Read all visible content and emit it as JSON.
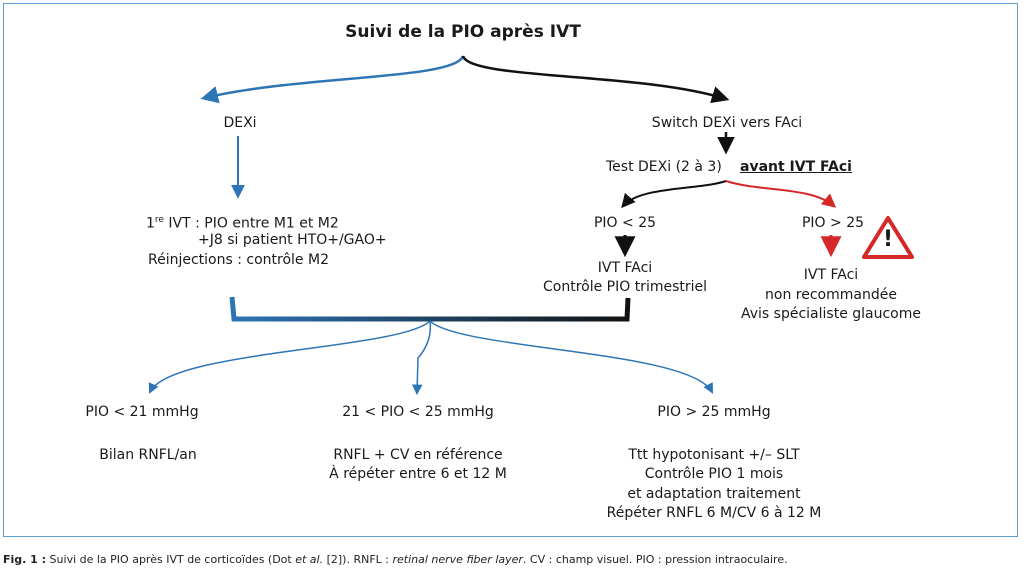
{
  "title": "Suivi de la PIO après IVT",
  "left_branch": {
    "header": "DEXi",
    "line1_sup": "re",
    "line1_pre": "1",
    "line1": " IVT : PIO entre M1 et M2",
    "line2": "+J8 si patient HTO+/GAO+",
    "line3": "Réinjections : contrôle M2"
  },
  "right_branch": {
    "header": "Switch DEXi vers FAci",
    "test": "Test DEXi (2 à 3)",
    "test_emph": "avant IVT FAci",
    "low": {
      "label": "PIO < 25",
      "lines": [
        "IVT FAci",
        "Contrôle PIO trimestriel"
      ]
    },
    "high": {
      "label": "PIO > 25",
      "lines": [
        "IVT FAci",
        "non recommandée",
        "Avis spécialiste glaucome"
      ],
      "warning_glyph": "!"
    }
  },
  "outcomes": [
    {
      "label": "PIO < 21 mmHg",
      "lines": [
        "Bilan RNFL/an"
      ]
    },
    {
      "label": "21 < PIO < 25 mmHg",
      "lines": [
        "RNFL + CV en référence",
        "À répéter entre 6 et 12 M"
      ]
    },
    {
      "label": "PIO > 25 mmHg",
      "lines": [
        "Ttt hypotonisant +/– SLT",
        "Contrôle PIO 1 mois",
        "et adaptation traitement",
        "Répéter RNFL 6 M/CV 6 à 12 M"
      ]
    }
  ],
  "caption": {
    "fig": "Fig. 1 :",
    "text1": " Suivi de la PIO après IVT de corticoïdes (Dot ",
    "etal": "et al.",
    "text2": " [2]). RNFL : ",
    "rnfl": "retinal nerve fiber layer",
    "text3": ". CV : champ visuel. PIO : pression intraoculaire."
  },
  "colors": {
    "blue": "#2e75b6",
    "black": "#111111",
    "red": "#d62828",
    "frame": "#5a9bd5"
  },
  "icons": {
    "warning": "warning-triangle-icon"
  }
}
